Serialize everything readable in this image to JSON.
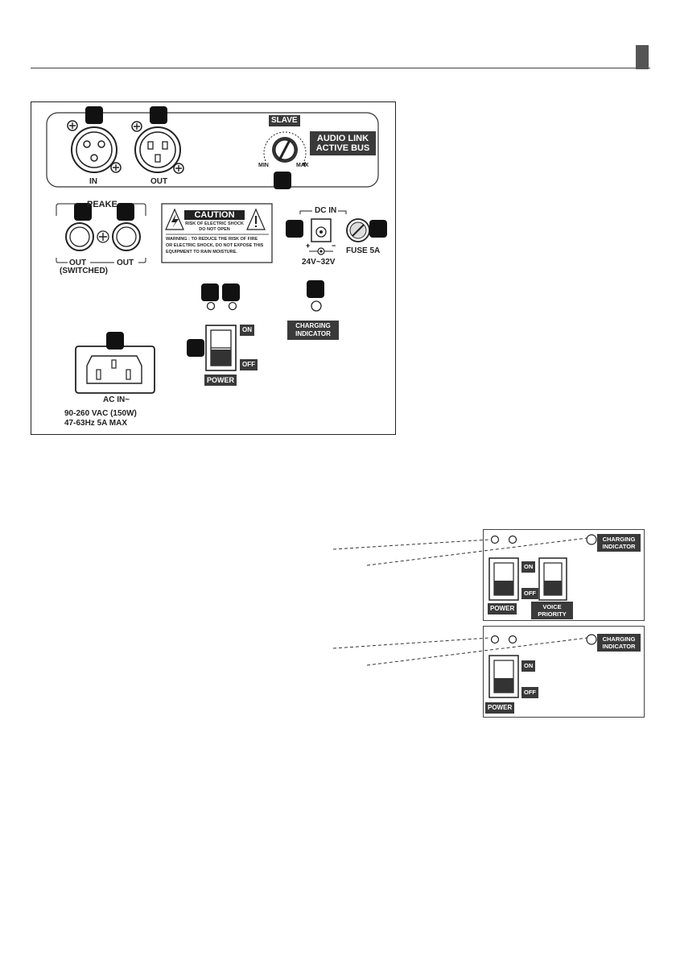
{
  "main_panel": {
    "slave": "SLAVE",
    "audio_link": "AUDIO LINK",
    "active_bus": "ACTIVE BUS",
    "min": "MIN",
    "max": "MAX",
    "in": "IN",
    "out": "OUT",
    "speaker_partial": "PEAKE",
    "speaker_out_switched": "OUT",
    "switched": "(SWITCHED)",
    "speaker_out": "OUT",
    "caution_title": "CAUTION",
    "caution_line1": "RISK OF ELECTRIC SHOCK",
    "caution_line2": "DO NOT OPEN",
    "warning_line1": "WARNING : TO REDUCE THE RISK OF FIRE",
    "warning_line2": "OR ELECTRIC SHOCK, DO NOT EXPOSE THIS",
    "warning_line3": "EQUIPMENT TO RAIN MOISTURE.",
    "dc_in": "DC IN",
    "dc_voltage": "24V~32V",
    "fuse": "FUSE 5A",
    "charging_line1": "CHARGING",
    "charging_line2": "INDICATOR",
    "on": "ON",
    "off": "OFF",
    "power": "POWER",
    "ac_in": "AC IN~",
    "ac_spec1": "90-260 VAC (150W)",
    "ac_spec2": "47-63Hz   5A   MAX"
  },
  "variant_a": {
    "charging_line1": "CHARGING",
    "charging_line2": "INDICATOR",
    "on": "ON",
    "off": "OFF",
    "power": "POWER",
    "voice_line1": "VOICE",
    "voice_line2": "PRIORITY"
  },
  "variant_b": {
    "charging_line1": "CHARGING",
    "charging_line2": "INDICATOR",
    "on": "ON",
    "off": "OFF",
    "power": "POWER"
  }
}
